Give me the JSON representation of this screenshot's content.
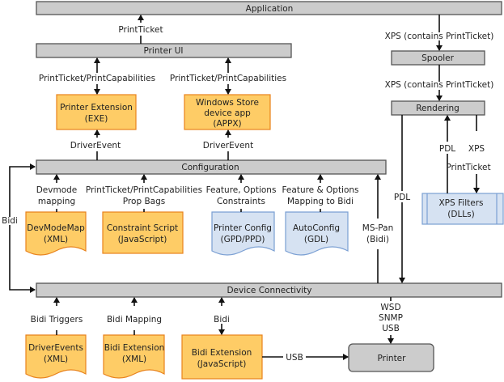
{
  "title": "Printer driver and extension architecture",
  "bars": {
    "application": "Application",
    "printer_ui": "Printer UI",
    "configuration": "Configuration",
    "device_connectivity": "Device Connectivity",
    "spooler": "Spooler",
    "rendering": "Rendering",
    "printer": "Printer"
  },
  "boxes": {
    "printer_extension": [
      "Printer Extension",
      "(EXE)"
    ],
    "store_app": [
      "Windows Store",
      "device app",
      "(APPX)"
    ],
    "devmodemap": [
      "DevModeMap",
      "(XML)"
    ],
    "constraint_script": [
      "Constraint Script",
      "(JavaScript)"
    ],
    "printer_config": [
      "Printer Config",
      "(GPD/PPD)"
    ],
    "autoconfig": [
      "AutoConfig",
      "(GDL)"
    ],
    "xps_filters": [
      "XPS Filters",
      "(DLLs)"
    ],
    "driver_events": [
      "DriverEvents",
      "(XML)"
    ],
    "bidi_ext_xml": [
      "Bidi Extension",
      "(XML)"
    ],
    "bidi_ext_js": [
      "Bidi Extension",
      "(JavaScript)"
    ]
  },
  "labels": {
    "printticket": "PrintTicket",
    "pt_pc_1": "PrintTicket/PrintCapabilities",
    "pt_pc_2": "PrintTicket/PrintCapabilities",
    "driver_event_1": "DriverEvent",
    "driver_event_2": "DriverEvent",
    "xps_1": "XPS (contains PrintTicket)",
    "xps_2": "XPS (contains PrintTicket)",
    "devmode": [
      "Devmode",
      "mapping"
    ],
    "propbags": [
      "PrintTicket/PrintCapabilities",
      "Prop Bags"
    ],
    "feature_constraints": [
      "Feature, Options",
      "Constraints"
    ],
    "feature_bidi": [
      "Feature & Options",
      "Mapping to Bidi"
    ],
    "mspan": [
      "MS-Pan",
      "(Bidi)"
    ],
    "pdl_left": "PDL",
    "pdl_right": "PDL",
    "xps_pt": [
      "XPS",
      "PrintTicket"
    ],
    "bidi_side": "Bidi",
    "bidi_triggers": "Bidi Triggers",
    "bidi_mapping": "Bidi Mapping",
    "bidi": "Bidi",
    "transports": [
      "WSD",
      "SNMP",
      "USB"
    ],
    "usb": "USB"
  }
}
